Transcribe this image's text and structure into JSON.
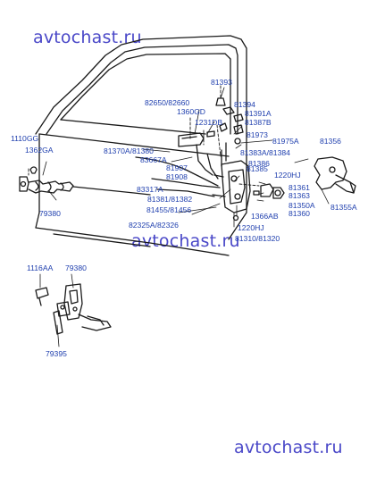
{
  "watermark": "avtochast.ru",
  "labels": {
    "l81393": "81393",
    "l82650": "82650/82660",
    "l81394": "81394",
    "l1360gd": "1360GD",
    "l81391a": "81391A",
    "l1231db": "1231DB",
    "l81387b": "81387B",
    "l1110gg": "1110GG",
    "l81973": "81973",
    "l1362ga": "1362GA",
    "l81975a": "81975A",
    "l81356": "81356",
    "l81370a": "81370A/81380",
    "l83667a": "83667A",
    "l81383a": "81383A/81384",
    "l81907": "81907",
    "l81386": "81386",
    "l81908": "81908",
    "l81385": "81385",
    "l1220hj_a": "1220HJ",
    "l83317a": "83317A",
    "l81361": "81361",
    "l81363": "81363",
    "l81381": "81381/81382",
    "l79380_a": "79380",
    "l81455": "81455/81456",
    "l81350a": "81350A",
    "l81355a": "81355A",
    "l81360": "81360",
    "l1366ab": "1366AB",
    "l82325a": "82325A/82326",
    "l1220hj_b": "1220HJ",
    "l81310": "81310/81320",
    "l1116aa": "1116AA",
    "l79380_b": "79380",
    "l79395": "79395"
  },
  "colors": {
    "label": "#1f3fae",
    "watermark": "#4a48c8",
    "line": "#1a1a1a"
  }
}
